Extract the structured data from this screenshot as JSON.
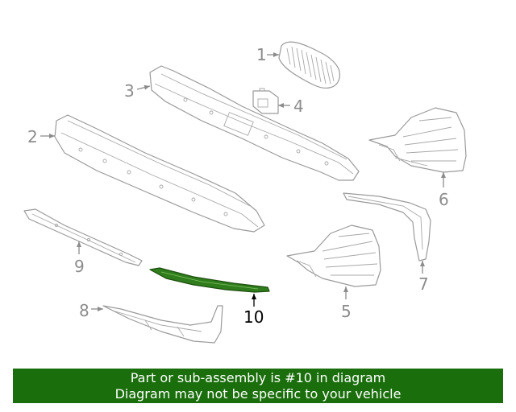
{
  "callouts": {
    "c1": "1",
    "c2": "2",
    "c3": "3",
    "c4": "4",
    "c5": "5",
    "c6": "6",
    "c7": "7",
    "c8": "8",
    "c9": "9",
    "c10": "10"
  },
  "highlighted_part": "10",
  "colors": {
    "highlight_fill": "#2f7d1c",
    "banner_bg": "#1a6e0c",
    "line_gray": "#9a9a9a"
  },
  "banner": {
    "line1": "Part or sub-assembly is #10 in diagram",
    "line2": "Diagram may not be specific to your vehicle"
  }
}
